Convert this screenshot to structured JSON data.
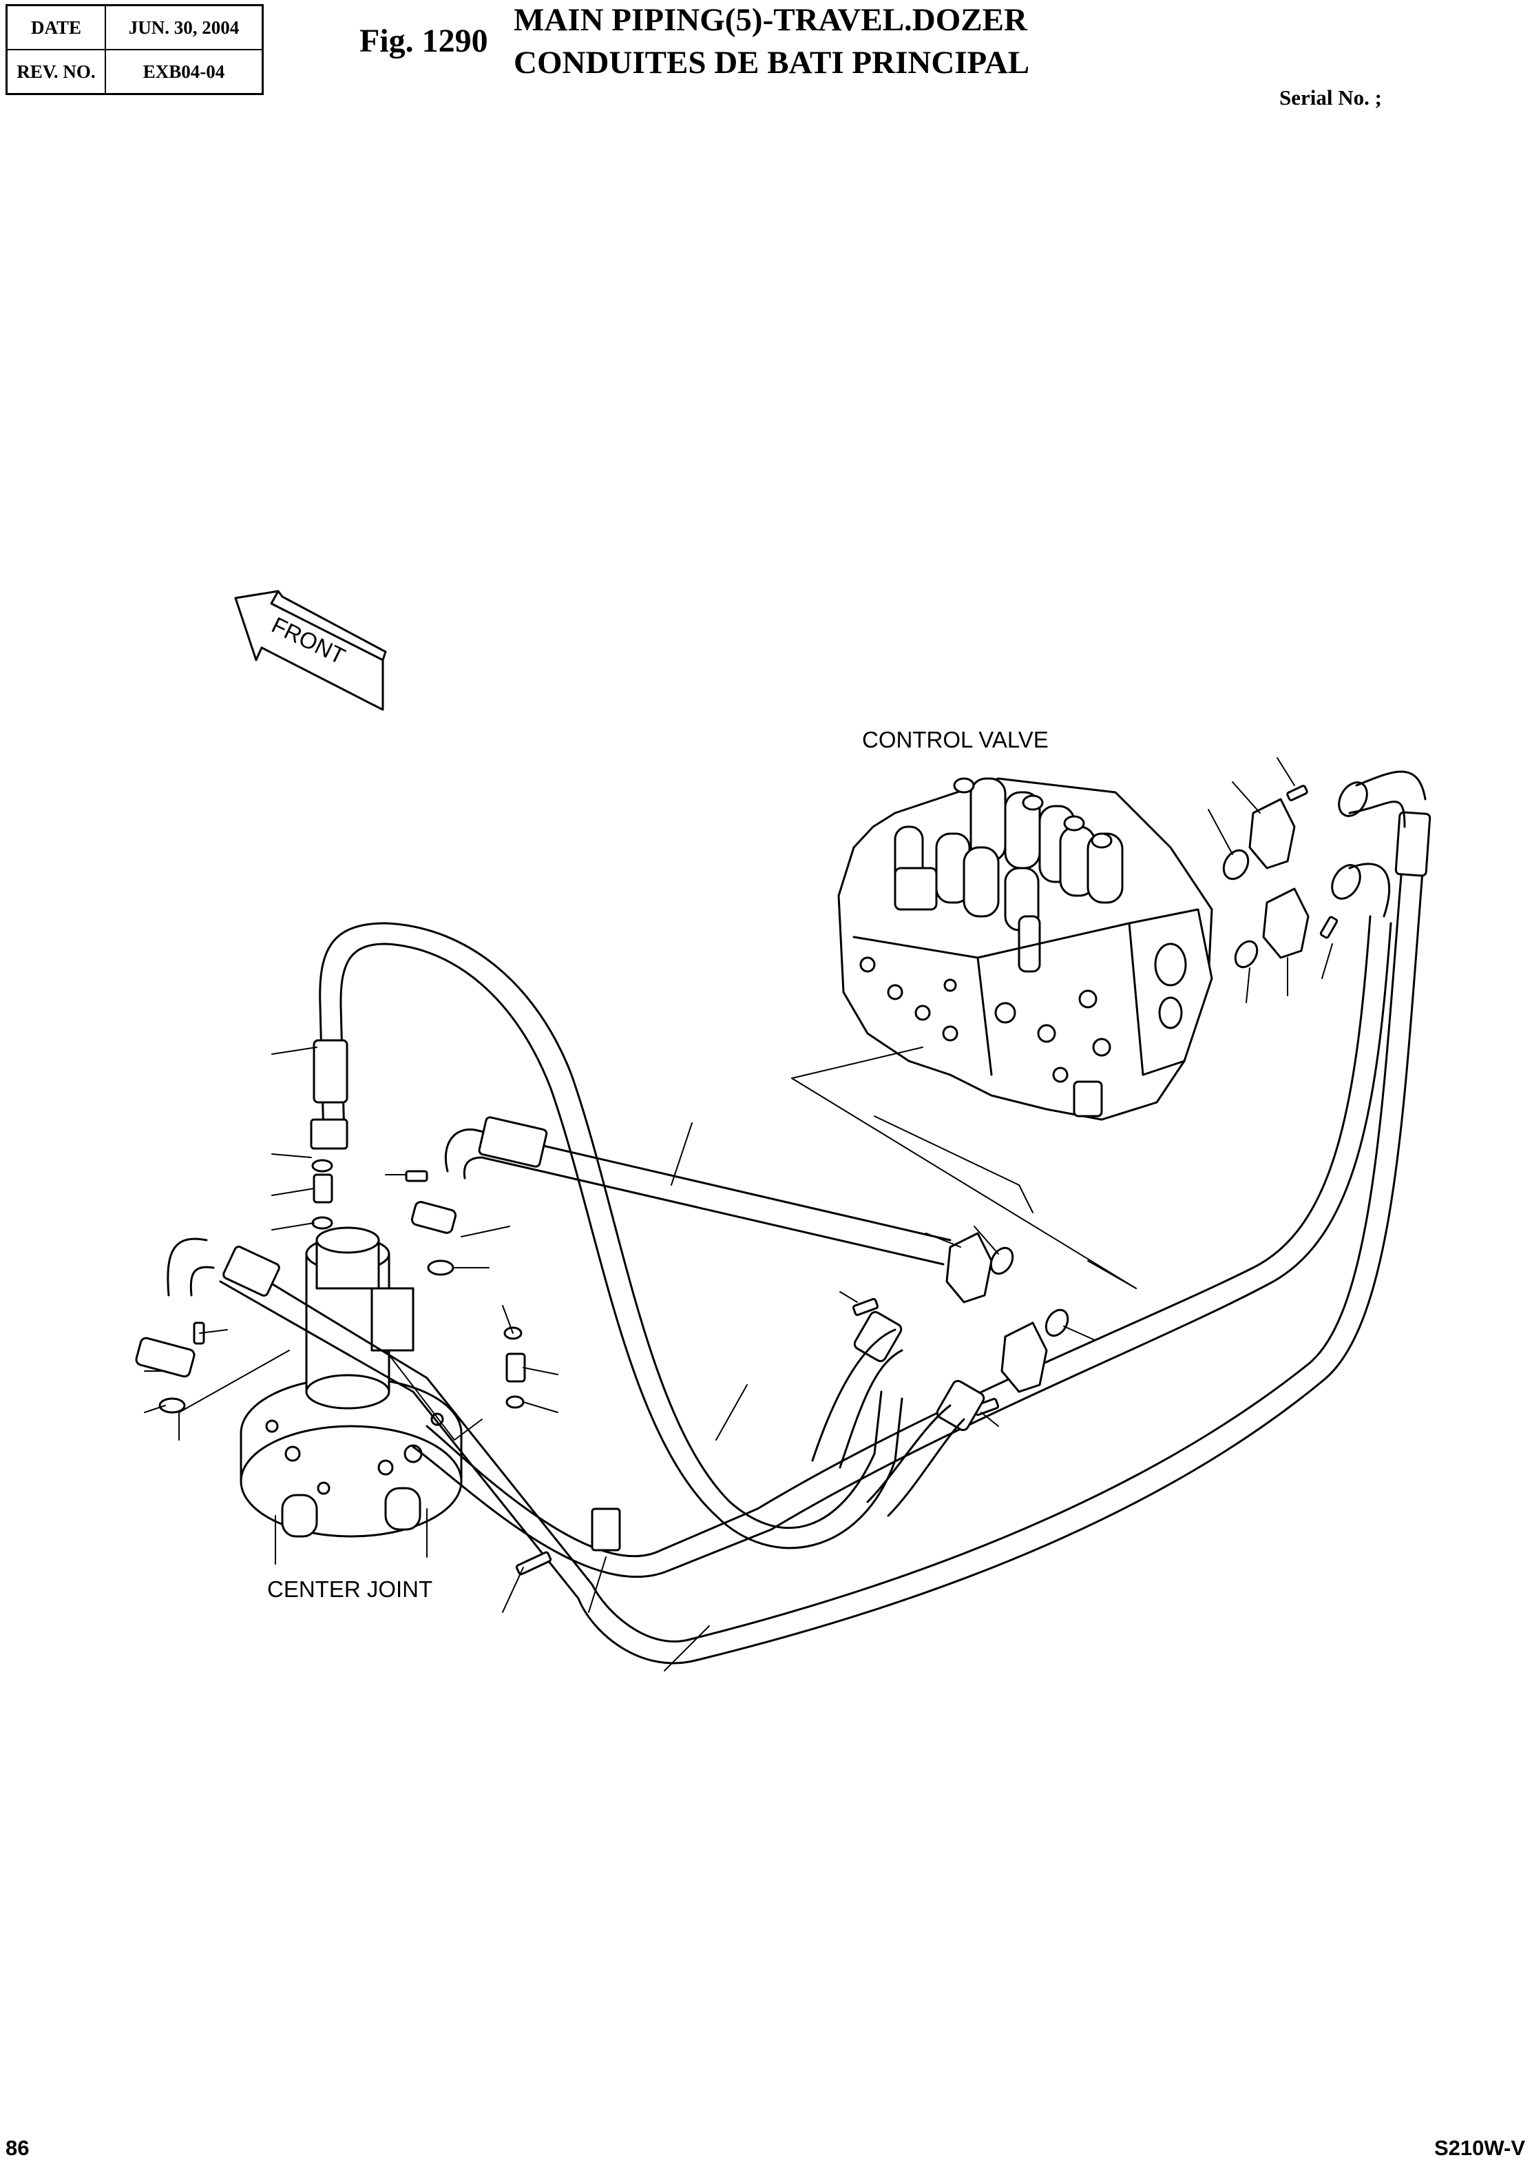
{
  "header": {
    "date_label": "DATE",
    "date_value": "JUN.  30, 2004",
    "rev_label": "REV. NO.",
    "rev_value": "EXB04-04",
    "fig_number": "Fig. 1290",
    "title_en": "MAIN PIPING(5)-TRAVEL.DOZER",
    "title_fr": "CONDUITES DE BATI PRINCIPAL",
    "serial": "Serial No. ;"
  },
  "diagram": {
    "front_arrow_text": "FRONT",
    "control_valve_label": "CONTROL VALVE",
    "center_joint_label": "CENTER JOINT"
  },
  "footer": {
    "page_number": "86",
    "model": "S210W-V"
  }
}
